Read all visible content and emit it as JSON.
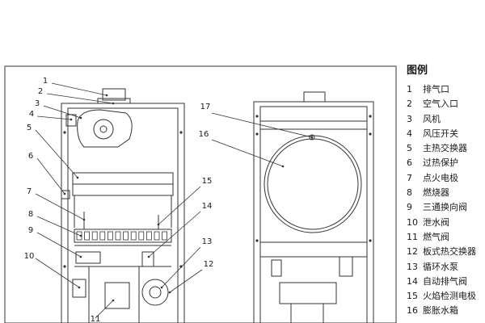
{
  "diagram": {
    "callouts_front": [
      "1",
      "2",
      "3",
      "4",
      "5",
      "6",
      "7",
      "8",
      "9",
      "10",
      "11",
      "15",
      "14",
      "13",
      "12"
    ],
    "callouts_side": [
      "17",
      "16"
    ]
  },
  "legend": {
    "title": "图例",
    "items": [
      {
        "num": "1",
        "name": "排气口"
      },
      {
        "num": "2",
        "name": "空气入口"
      },
      {
        "num": "3",
        "name": "风机"
      },
      {
        "num": "4",
        "name": "风压开关"
      },
      {
        "num": "5",
        "name": "主热交换器"
      },
      {
        "num": "6",
        "name": "过热保护"
      },
      {
        "num": "7",
        "name": "点火电极"
      },
      {
        "num": "8",
        "name": "燃烧器"
      },
      {
        "num": "9",
        "name": "三通换向阀"
      },
      {
        "num": "10",
        "name": "泄水阀"
      },
      {
        "num": "11",
        "name": "燃气阀"
      },
      {
        "num": "12",
        "name": "板式热交换器"
      },
      {
        "num": "13",
        "name": "循环水泵"
      },
      {
        "num": "14",
        "name": "自动排气阀"
      },
      {
        "num": "15",
        "name": "火焰检测电极"
      },
      {
        "num": "16",
        "name": "膨胀水箱"
      }
    ]
  }
}
